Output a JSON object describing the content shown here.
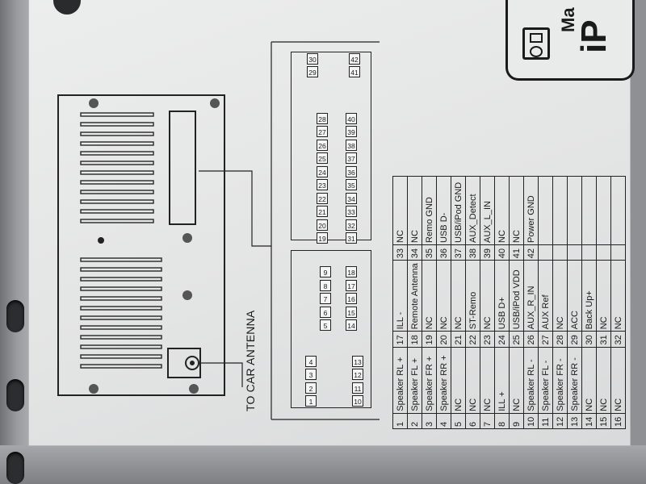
{
  "antenna_label": "TO CAR ANTENNA",
  "logo_text": {
    "line1": "Ma",
    "line2": "iP"
  },
  "connector_groups": {
    "upper_row_a": [
      "29",
      "30"
    ],
    "upper_row_b": [
      "41",
      "42"
    ],
    "upper_row_c": [
      "19",
      "20",
      "21",
      "22",
      "23",
      "24",
      "25",
      "26",
      "27",
      "28"
    ],
    "upper_row_d": [
      "31",
      "32",
      "33",
      "34",
      "35",
      "36",
      "37",
      "38",
      "39",
      "40"
    ],
    "lower_row_a": [
      "5",
      "6",
      "7",
      "8",
      "9"
    ],
    "lower_row_b": [
      "14",
      "15",
      "16",
      "17",
      "18"
    ],
    "lower_row_c": [
      "1",
      "2",
      "3",
      "4"
    ],
    "lower_row_d": [
      "10",
      "11",
      "12",
      "13"
    ]
  },
  "pinout": [
    {
      "n1": "1",
      "f1": "Speaker RL +",
      "n2": "17",
      "f2": "ILL -",
      "n3": "33",
      "f3": "NC"
    },
    {
      "n1": "2",
      "f1": "Speaker FL +",
      "n2": "18",
      "f2": "Remote Antenna",
      "n3": "34",
      "f3": "NC"
    },
    {
      "n1": "3",
      "f1": "Speaker FR +",
      "n2": "19",
      "f2": "NC",
      "n3": "35",
      "f3": "Remo GND"
    },
    {
      "n1": "4",
      "f1": "Speaker RR +",
      "n2": "20",
      "f2": "NC",
      "n3": "36",
      "f3": "USB D-"
    },
    {
      "n1": "5",
      "f1": "NC",
      "n2": "21",
      "f2": "NC",
      "n3": "37",
      "f3": "USB/iPod GND"
    },
    {
      "n1": "6",
      "f1": "NC",
      "n2": "22",
      "f2": "ST-Remo",
      "n3": "38",
      "f3": "AUX_Detect"
    },
    {
      "n1": "7",
      "f1": "NC",
      "n2": "23",
      "f2": "NC",
      "n3": "39",
      "f3": "AUX_L_IN"
    },
    {
      "n1": "8",
      "f1": "ILL +",
      "n2": "24",
      "f2": "USB D+",
      "n3": "40",
      "f3": "NC"
    },
    {
      "n1": "9",
      "f1": "NC",
      "n2": "25",
      "f2": "USB/iPod VDD",
      "n3": "41",
      "f3": "NC"
    },
    {
      "n1": "10",
      "f1": "Speaker RL -",
      "n2": "26",
      "f2": "AUX_R_IN",
      "n3": "42",
      "f3": "Power GND"
    },
    {
      "n1": "11",
      "f1": "Speaker FL -",
      "n2": "27",
      "f2": "AUX Ref",
      "n3": "",
      "f3": ""
    },
    {
      "n1": "12",
      "f1": "Speaker FR -",
      "n2": "28",
      "f2": "NC",
      "n3": "",
      "f3": ""
    },
    {
      "n1": "13",
      "f1": "Speaker RR -",
      "n2": "29",
      "f2": "ACC",
      "n3": "",
      "f3": ""
    },
    {
      "n1": "14",
      "f1": "NC",
      "n2": "30",
      "f2": "Back Up+",
      "n3": "",
      "f3": ""
    },
    {
      "n1": "15",
      "f1": "NC",
      "n2": "31",
      "f2": "NC",
      "n3": "",
      "f3": ""
    },
    {
      "n1": "16",
      "f1": "NC",
      "n2": "32",
      "f2": "NC",
      "n3": "",
      "f3": ""
    }
  ],
  "colors": {
    "sticker": "#e6e7e7",
    "ink": "#1a1a1a",
    "metal": "#8e9093"
  }
}
